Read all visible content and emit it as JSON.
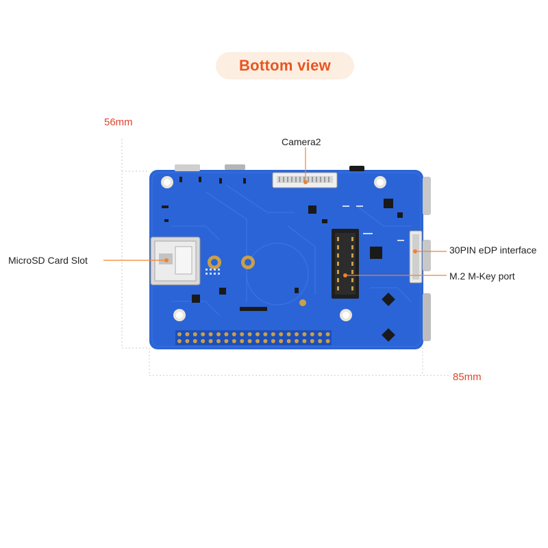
{
  "title": "Bottom view",
  "dimensions": {
    "height": "56mm",
    "width": "85mm"
  },
  "callouts": {
    "camera2": "Camera2",
    "microsd": "MicroSD Card Slot",
    "edp": "30PIN eDP interface",
    "m2": "M.2 M-Key port"
  },
  "colors": {
    "accent": "#e8551f",
    "pill": "#fdeee2",
    "dim": "#e0442c",
    "board": "#2b64d6",
    "leader": "#f0822f"
  }
}
